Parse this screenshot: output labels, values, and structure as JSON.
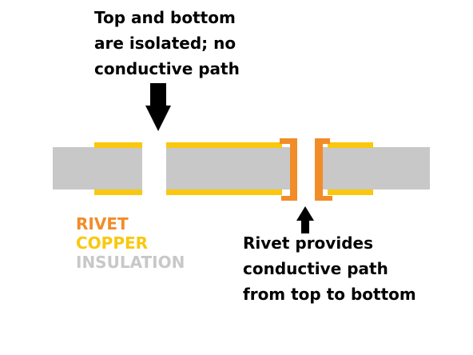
{
  "callouts": {
    "top_lines": [
      "Top and bottom",
      "are isolated; no",
      "conductive path"
    ],
    "bottom_lines": [
      "Rivet provides",
      "conductive path",
      "from top to bottom"
    ]
  },
  "legend": [
    {
      "label": "RIVET",
      "color": "#f28c28"
    },
    {
      "label": "COPPER",
      "color": "#f9c80e"
    },
    {
      "label": "INSULATION",
      "color": "#c8c8c8"
    }
  ],
  "colors": {
    "insulation": "#c8c8c8",
    "copper": "#f9c80e",
    "rivet": "#f28c28",
    "arrow": "#000000"
  }
}
